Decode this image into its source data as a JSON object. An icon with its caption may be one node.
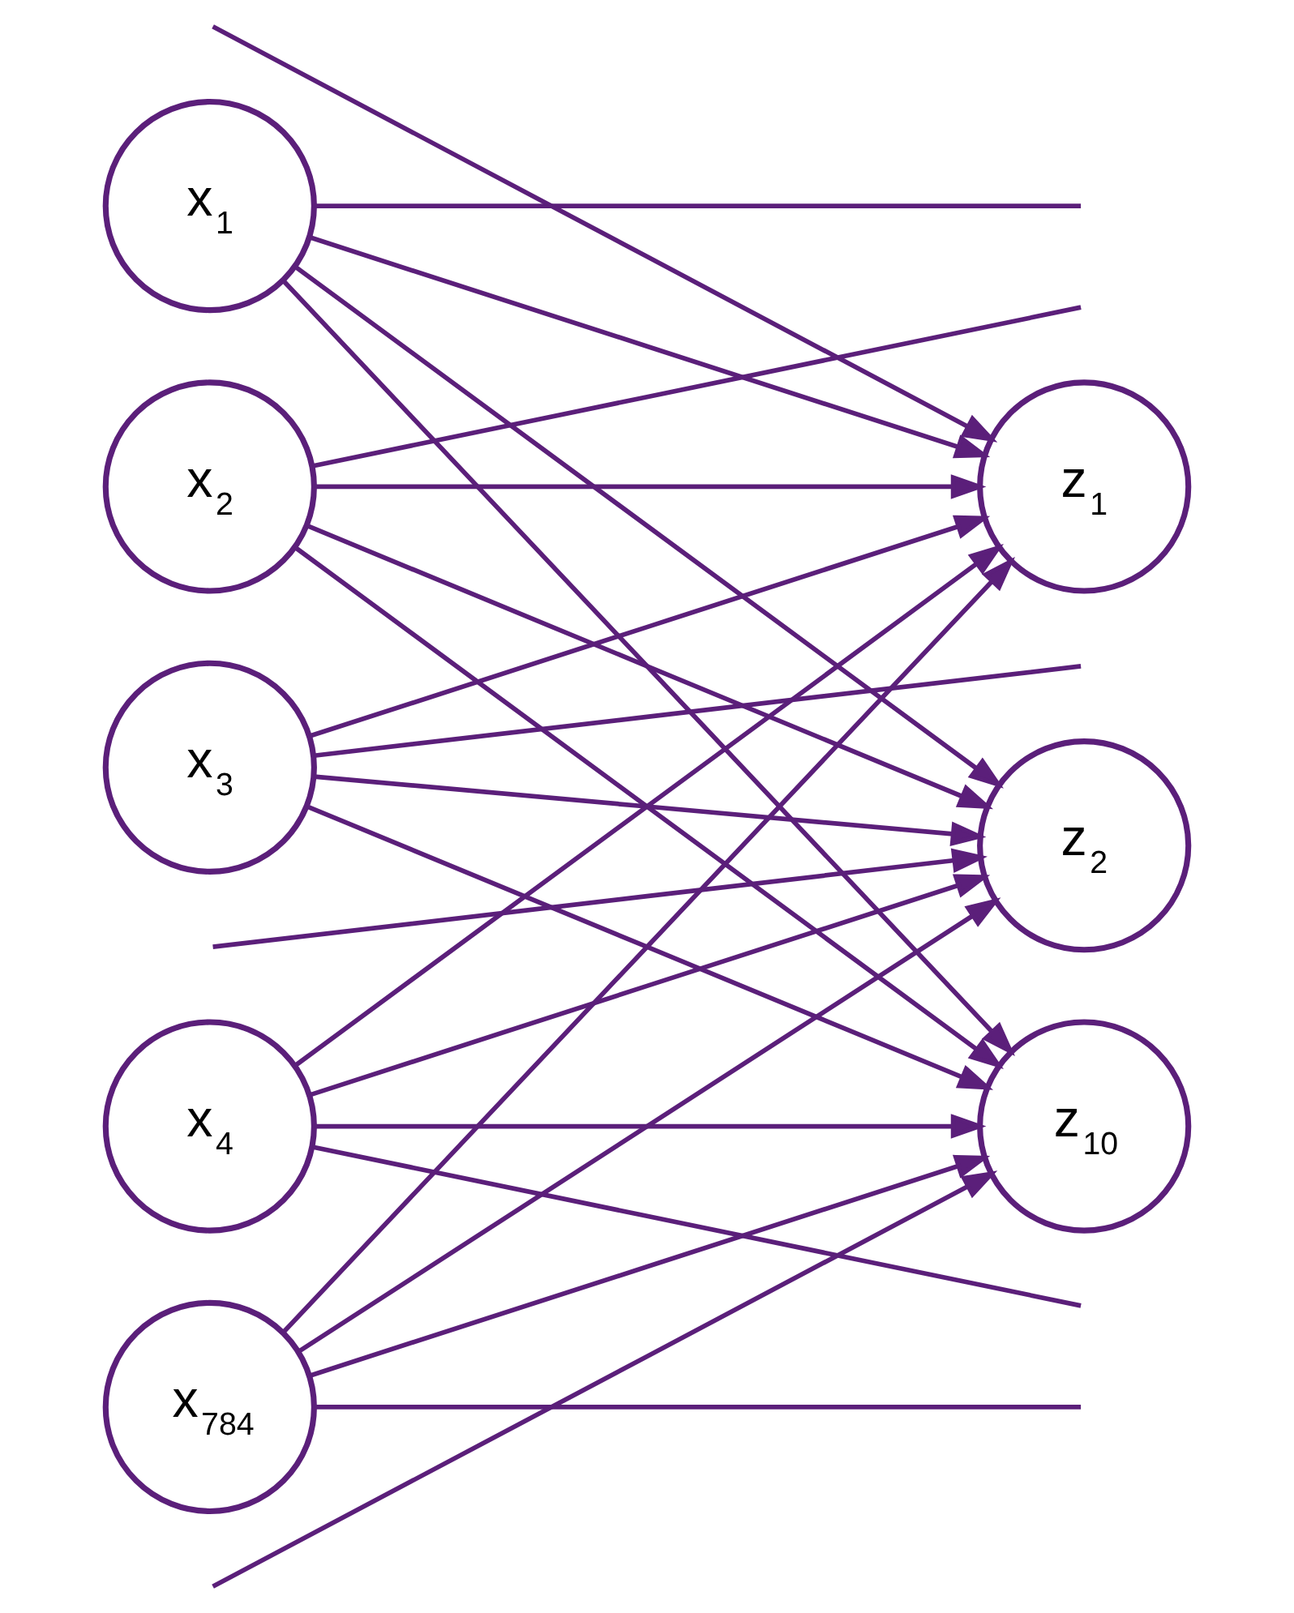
{
  "diagram": {
    "nodes": [
      {
        "text": [
          "x$_{1}$"
        ]
      },
      {
        "text": [
          "x$_{2}$"
        ]
      },
      {
        "text": [
          "x$_{3}$"
        ]
      },
      {
        "text": [
          "x$_{4}$"
        ]
      },
      {
        "text": [
          "x$_{784}$"
        ]
      },
      {
        "text": [
          "z$_{1}$"
        ]
      },
      {
        "text": [
          "z$_{2}$"
        ]
      },
      {
        "text": [
          "z$_{10}$"
        ]
      }
    ],
    "edges": [
      {
        "from": 0,
        "to": 5,
        "arrow": "to"
      },
      {
        "from": 0,
        "to": 6,
        "arrow": "to"
      },
      {
        "from": 0,
        "to": null,
        "arrow": "none"
      },
      {
        "from": 0,
        "to": 7,
        "arrow": "to"
      },
      {
        "from": 1,
        "to": 5,
        "arrow": "to"
      },
      {
        "from": 1,
        "to": 6,
        "arrow": "to"
      },
      {
        "from": 1,
        "to": null,
        "arrow": "none"
      },
      {
        "from": 1,
        "to": 7,
        "arrow": "to"
      },
      {
        "from": 2,
        "to": 5,
        "arrow": "to"
      },
      {
        "from": 2,
        "to": 6,
        "arrow": "to"
      },
      {
        "from": 2,
        "to": null,
        "arrow": "none"
      },
      {
        "from": 2,
        "to": 7,
        "arrow": "to"
      },
      {
        "from": 3,
        "to": 5,
        "arrow": "to"
      },
      {
        "from": 3,
        "to": 6,
        "arrow": "to"
      },
      {
        "from": 3,
        "to": null,
        "arrow": "none"
      },
      {
        "from": 3,
        "to": 7,
        "arrow": "to"
      },
      {
        "from": 4,
        "to": 5,
        "arrow": "to"
      },
      {
        "from": 4,
        "to": 6,
        "arrow": "to"
      },
      {
        "from": 4,
        "to": null,
        "arrow": "none"
      },
      {
        "from": 4,
        "to": 7,
        "arrow": "to"
      },
      {
        "from": null,
        "to": 5,
        "arrow": "to"
      },
      {
        "from": null,
        "to": 6,
        "arrow": "to"
      },
      {
        "from": null,
        "to": 7,
        "arrow": "to"
      }
    ]
  }
}
